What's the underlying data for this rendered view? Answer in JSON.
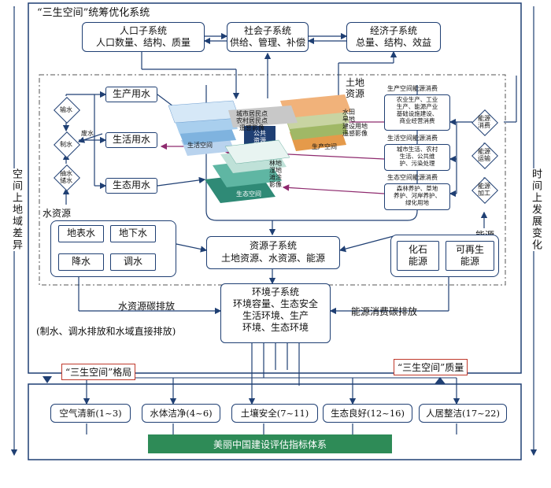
{
  "top_title": "“三生空间”统筹优化系统",
  "population": {
    "title": "人口子系统",
    "body": "人口数量、结构、质量"
  },
  "social": {
    "title": "社会子系统",
    "body": "供给、管理、补偿"
  },
  "economy": {
    "title": "经济子系统",
    "body": "总量、结构、效益"
  },
  "water_uses": {
    "production": "生产用水",
    "living": "生活用水",
    "ecological": "生态用水"
  },
  "water_cycle": {
    "transfer": "输水",
    "treat": "制水",
    "withdraw": "抽水\n储水",
    "waste": "废水"
  },
  "land_resource": "土地\n资源",
  "land_layers": {
    "living_text": "城市居民点\n农村居民点\n遥感影像",
    "living_label": "生活空间",
    "production_text": "水田\n旱地\n建设用地\n遥感影像",
    "production_label": "生产空间",
    "public_label": "公共\n资源",
    "eco_text": "林地\n湿地\n滩涂\n影像",
    "eco_label": "生态空间"
  },
  "energy_consumption": {
    "production_title": "生产空间能源消费",
    "production_body": "农业生产、工业\n生产、能源产业\n基础设施建设、\n商业经营消费",
    "living_title": "生活空间能源消费",
    "living_body": "城市生活、农村\n生活、公共维\n护、污染处理",
    "eco_title": "生态空间能源消费",
    "eco_body": "森林养护、草地\n养护、河岸养护、\n绿化用地"
  },
  "energy_cycle": {
    "consumption": "能源\n消费",
    "transport": "能源\n运输",
    "processing": "能源\n加工"
  },
  "water_resource": {
    "label": "水资源",
    "surface": "地表水",
    "ground": "地下水",
    "rain": "降水",
    "transfer": "调水"
  },
  "energy": {
    "label": "能源",
    "fossil": "化石\n能源",
    "renewable": "可再生\n能源"
  },
  "resource_subsystem": {
    "title": "资源子系统",
    "body": "土地资源、水资源、能源"
  },
  "environment": {
    "title": "环境子系统",
    "body": "环境容量、生态安全\n生活环境、生产\n环境、生态环境"
  },
  "water_emission": {
    "title": "水资源碳排放",
    "body": "(制水、调水排放和水域直接排放)"
  },
  "energy_emission": "能源消费碳排放",
  "pattern_label": "“三生空间”格局",
  "quality_label": "“三生空间”质量",
  "indicators": [
    "空气清新(1~3)",
    "水体洁净(4~6)",
    "土壤安全(7~11)",
    "生态良好(12~16)",
    "人居整洁(17~22)"
  ],
  "eval_system": "美丽中国建设评估指标体系",
  "left_axis": "空间上地域差异",
  "right_axis": "时间上发展变化",
  "colors": {
    "line": "#1f3f73",
    "red_box": "#c0392b",
    "green_bar": "#2e8b57"
  }
}
